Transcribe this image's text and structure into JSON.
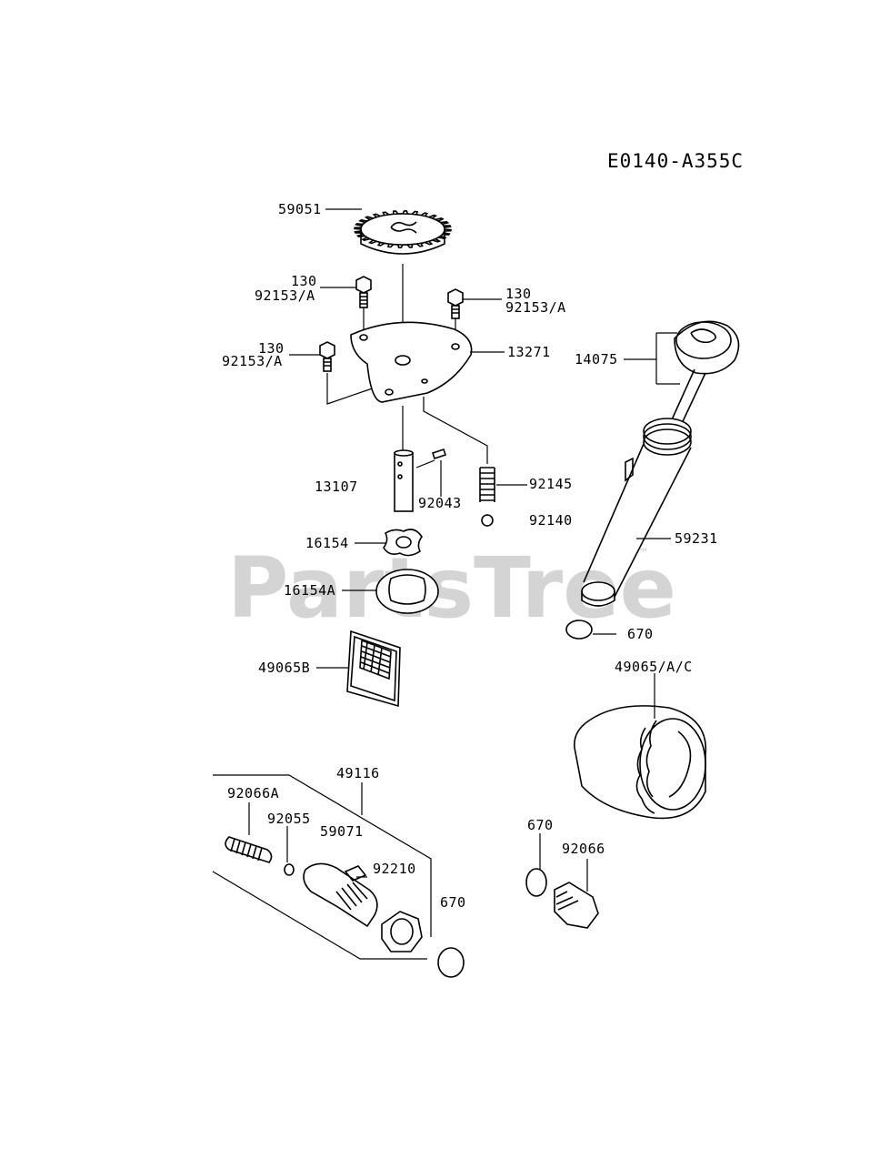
{
  "diagram_code": "E0140-A355C",
  "watermark": "PartsTree",
  "trademark": "™",
  "labels": {
    "p59051": "59051",
    "p130_a": "130",
    "p92153a_a": "92153/A",
    "p130_b": "130",
    "p92153a_b": "92153/A",
    "p130_c": "130",
    "p92153a_c": "92153/A",
    "p13271": "13271",
    "p14075": "14075",
    "p13107": "13107",
    "p92043": "92043",
    "p92145": "92145",
    "p92140": "92140",
    "p16154": "16154",
    "p16154a": "16154A",
    "p59231": "59231",
    "p670_a": "670",
    "p49065b": "49065B",
    "p49065ac": "49065/A/C",
    "p49116": "49116",
    "p92066a": "92066A",
    "p92055": "92055",
    "p59071": "59071",
    "p92210": "92210",
    "p670_b": "670",
    "p670_c": "670",
    "p92066": "92066"
  }
}
